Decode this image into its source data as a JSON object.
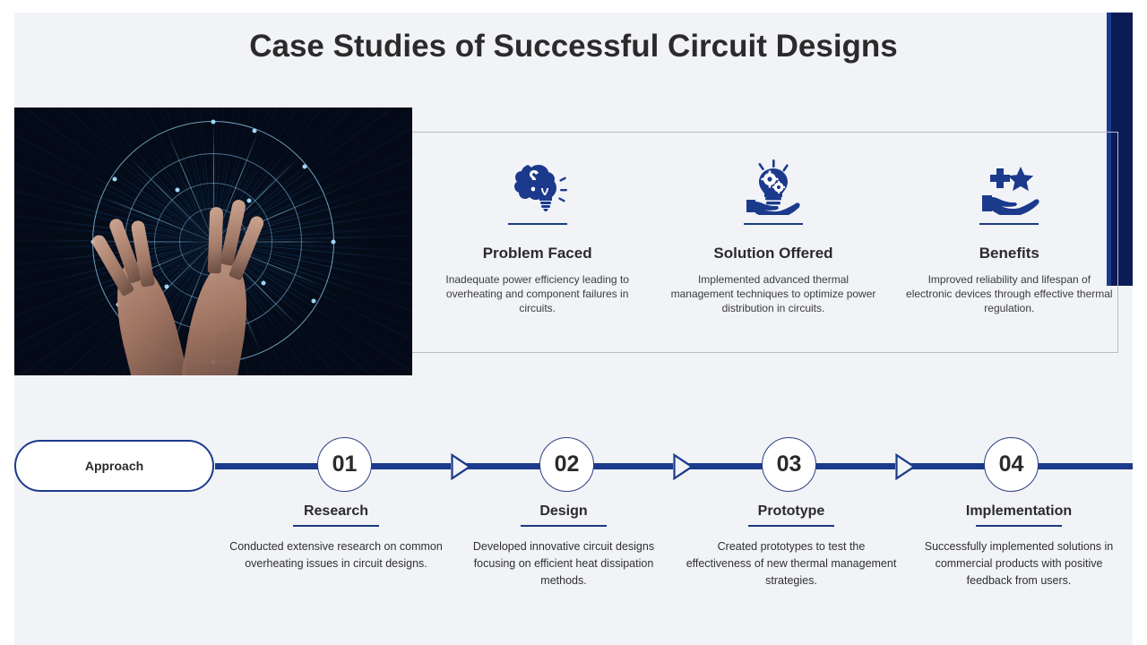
{
  "slide": {
    "title": "Case Studies of Successful Circuit Designs"
  },
  "photo": {
    "alt": "Hands interacting with a glowing circular circuit board diagram on a dark blue radial light-burst background",
    "icon_name": "circuit-hologram-image"
  },
  "columns": [
    {
      "icon": "brain-question-lightbulb-icon",
      "title": "Problem Faced",
      "description": "Inadequate power efficiency leading to overheating and component failures in circuits."
    },
    {
      "icon": "hand-lightbulb-gears-icon",
      "title": "Solution Offered",
      "description": "Implemented advanced thermal management techniques to optimize power distribution in circuits."
    },
    {
      "icon": "hand-plus-star-icon",
      "title": "Benefits",
      "description": "Improved reliability and lifespan of electronic devices through effective thermal regulation."
    }
  ],
  "timeline": {
    "pill_label": "Approach",
    "markers": [
      "01",
      "02",
      "03",
      "04"
    ]
  },
  "steps": [
    {
      "number": "01",
      "title": "Research",
      "description": "Conducted extensive research on common overheating issues in circuit designs."
    },
    {
      "number": "02",
      "title": "Design",
      "description": "Developed innovative circuit designs focusing on efficient heat dissipation methods."
    },
    {
      "number": "03",
      "title": "Prototype",
      "description": "Created prototypes to test the effectiveness of new thermal management strategies."
    },
    {
      "number": "04",
      "title": "Implementation",
      "description": "Successfully implemented solutions in commercial products with positive feedback from users."
    }
  ],
  "colors": {
    "accent_navy": "#0b1b56",
    "timeline_blue": "#1c3a8c",
    "icon_blue": "#1c3a8c",
    "slide_bg": "#f1f3f7",
    "text_dark": "#2b2b2b"
  }
}
